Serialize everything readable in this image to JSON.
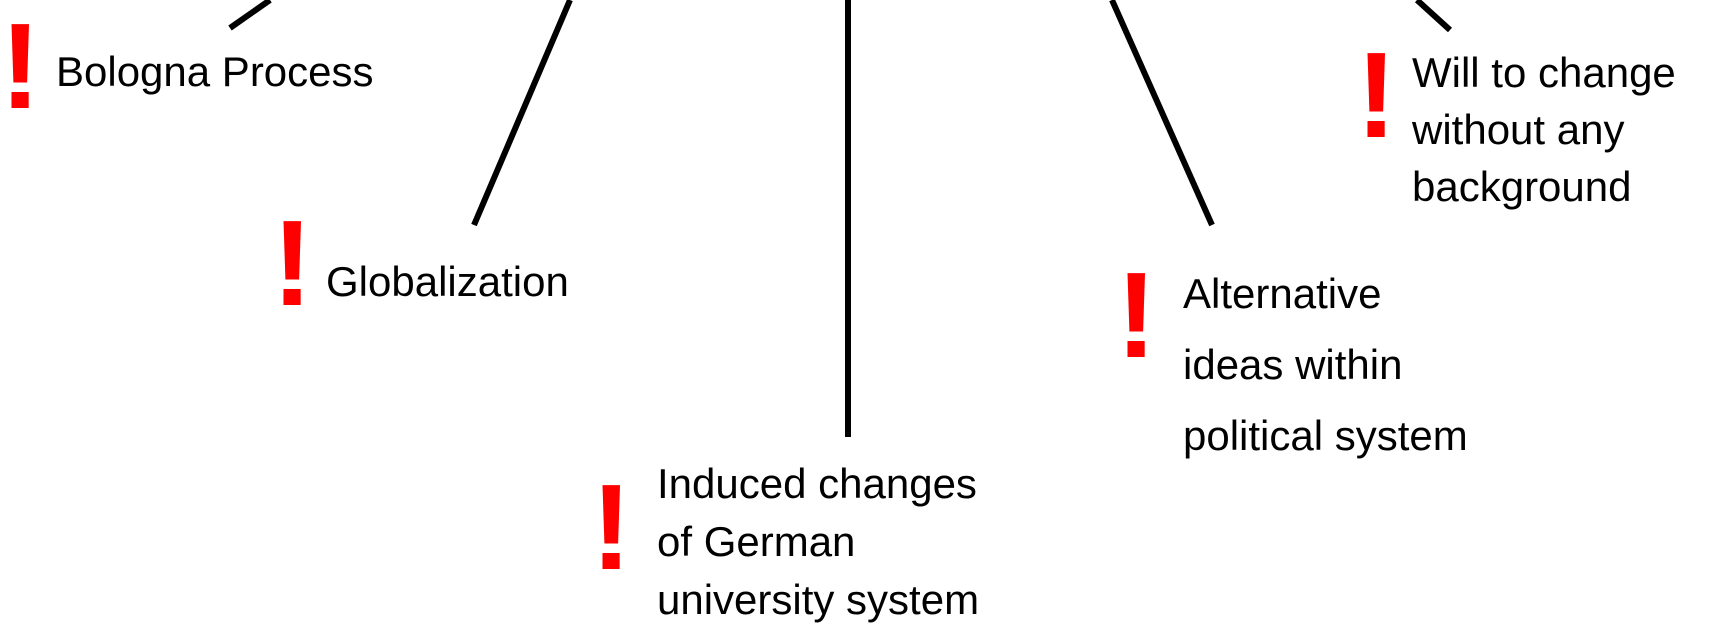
{
  "colors": {
    "exclamation": "#ff0000",
    "line": "#000000",
    "text": "#000000",
    "background": "#ffffff"
  },
  "nodes": [
    {
      "id": "bologna",
      "lines": [
        "Bologna Process"
      ]
    },
    {
      "id": "globalization",
      "lines": [
        "Globalization"
      ]
    },
    {
      "id": "induced",
      "lines": [
        "Induced changes",
        "of German",
        "university system"
      ]
    },
    {
      "id": "alternative",
      "lines": [
        "Alternative",
        "ideas within",
        "political system"
      ]
    },
    {
      "id": "will",
      "lines": [
        "Will to change",
        "without any",
        "background"
      ]
    }
  ],
  "mark": "!"
}
